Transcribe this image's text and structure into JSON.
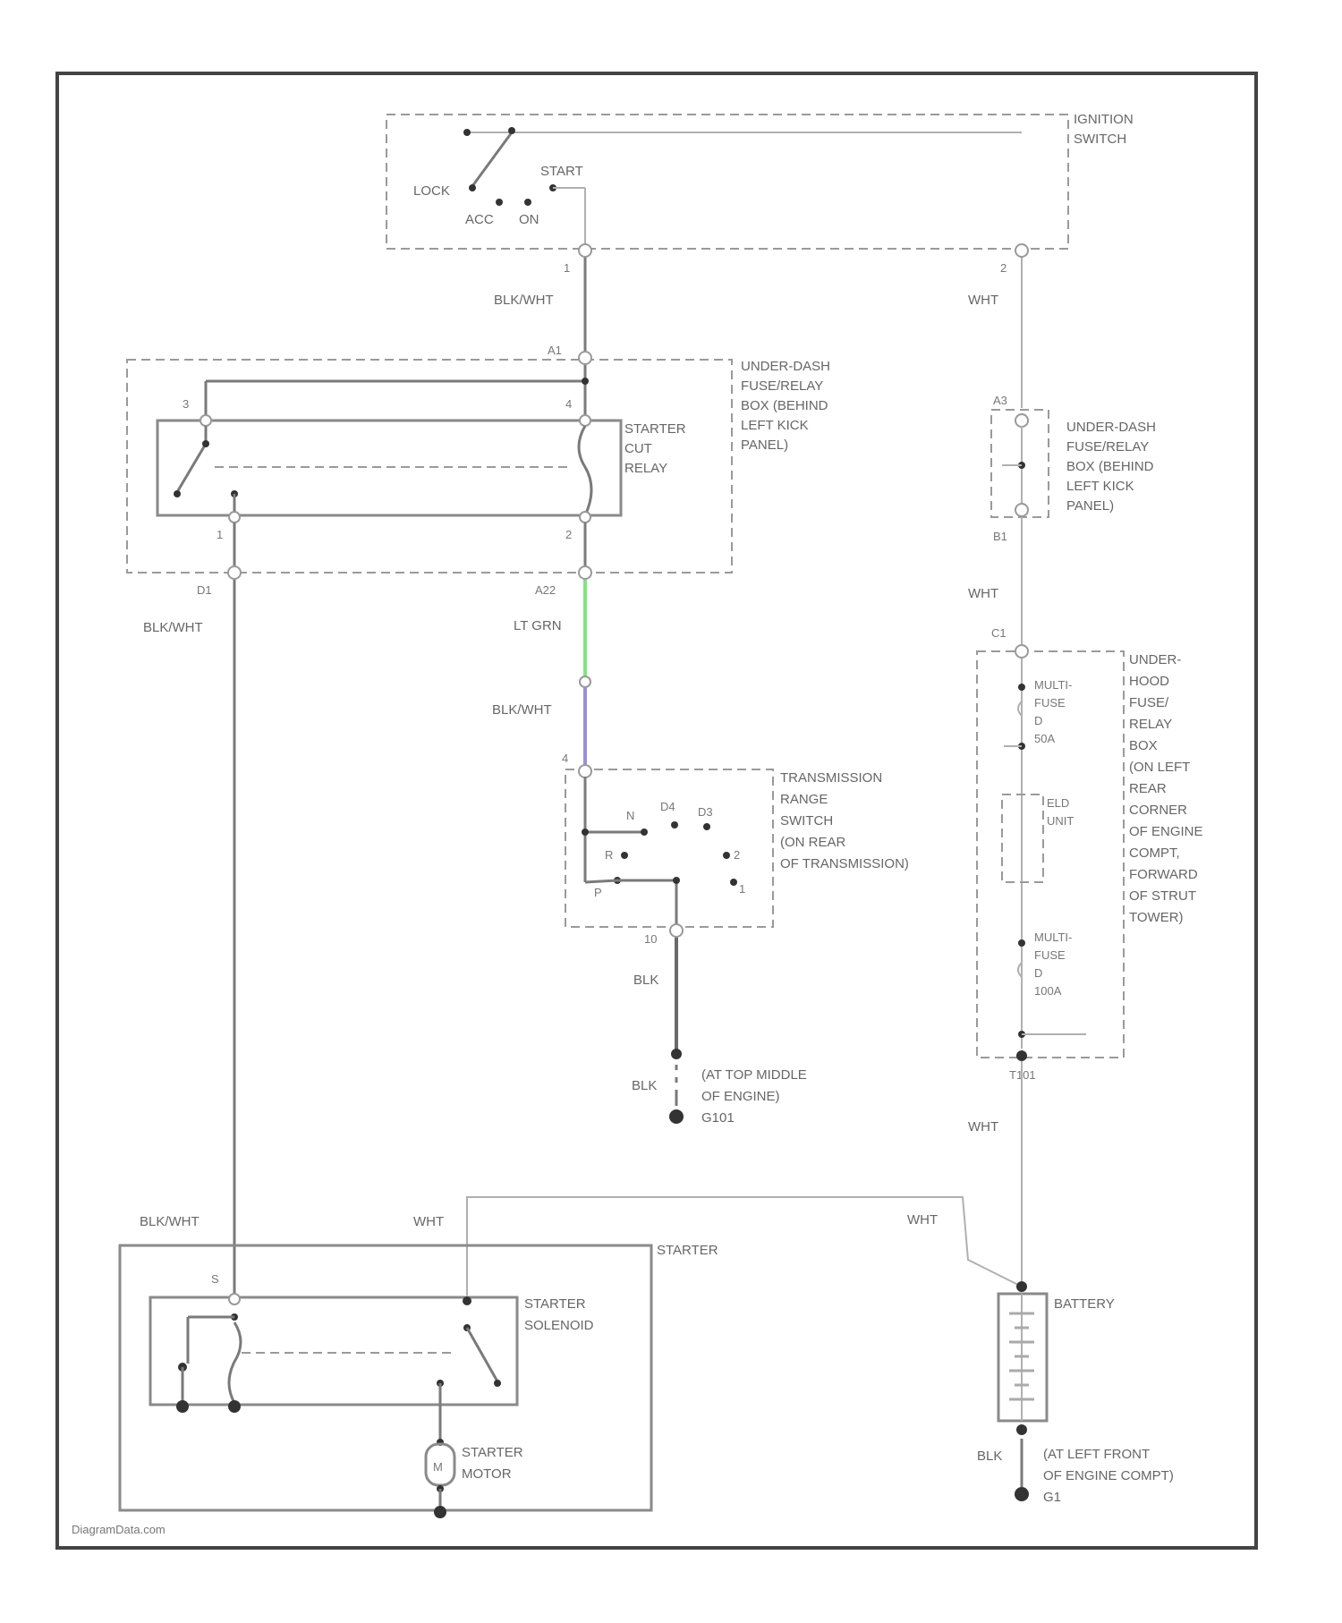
{
  "components": {
    "ignition_switch": {
      "label": "IGNITION SWITCH",
      "lock": "LOCK",
      "acc": "ACC",
      "on": "ON",
      "start": "START",
      "pin_left": "1",
      "pin_right": "2"
    },
    "starter_cut_relay": {
      "label": "STARTER CUT RELAY",
      "pin3": "3",
      "pin4": "4",
      "pin1": "1",
      "pin2": "2"
    },
    "under_dash_box_left": {
      "label": "UNDER-DASH FUSE/RELAY BOX (BEHIND LEFT KICK PANEL)",
      "conn_top": "A1",
      "conn_bottom_left": "D1",
      "conn_bottom_right": "A22"
    },
    "under_dash_box_right": {
      "label": "UNDER-DASH FUSE/RELAY BOX (BEHIND LEFT KICK PANEL)",
      "conn_top": "A3",
      "conn_bottom": "B1"
    },
    "under_hood_box": {
      "label": "UNDER-HOOD FUSE/RELAY BOX (ON LEFT REAR CORNER OF ENGINE COMPT, FORWARD OF STRUT TOWER)",
      "conn_top": "C1",
      "conn_bottom": "T101",
      "fuse1": "MULTI-FUSE D 50A",
      "fuse2": "MULTI-FUSE D 100A",
      "elo": "ELD UNIT"
    },
    "trans_range_switch": {
      "label": "TRANSMISSION RANGE SWITCH (ON REAR OF TRANSMISSION)",
      "pin_top": "4",
      "pin_bottom": "10",
      "n": "N",
      "d4": "D4",
      "d3": "D3",
      "r": "R",
      "two": "2",
      "p": "P",
      "one": "1"
    },
    "ground_engine": {
      "label": "(AT TOP MIDDLE OF ENGINE) G101",
      "wire": "BLK"
    },
    "starter": {
      "label": "STARTER",
      "solenoid": "STARTER SOLENOID",
      "motor": "STARTER MOTOR",
      "motor_symbol": "M",
      "pin": "S"
    },
    "battery": {
      "label": "BATTERY"
    },
    "ground_battery": {
      "label": "(AT LEFT FRONT OF ENGINE COMPT) G1",
      "wire": "BLK"
    }
  },
  "wires": {
    "ign_to_relay": "BLK/WHT",
    "ign_right": "WHT",
    "relay_to_starter": "BLK/WHT",
    "relay_to_trs_top": "LT GRN",
    "relay_to_trs_bottom": "BLK/WHT",
    "trs_to_ground": "BLK",
    "box_to_box": "WHT",
    "hood_to_battery": "WHT",
    "starter_to_battery_left": "WHT",
    "starter_to_battery_right": "WHT",
    "starter_in": "BLK/WHT",
    "battery_ground": "BLK"
  },
  "colors": {
    "lt_grn": "#7be87b",
    "blk_wht_purple": "#9a8fe0"
  },
  "watermark": "DiagramData.com"
}
